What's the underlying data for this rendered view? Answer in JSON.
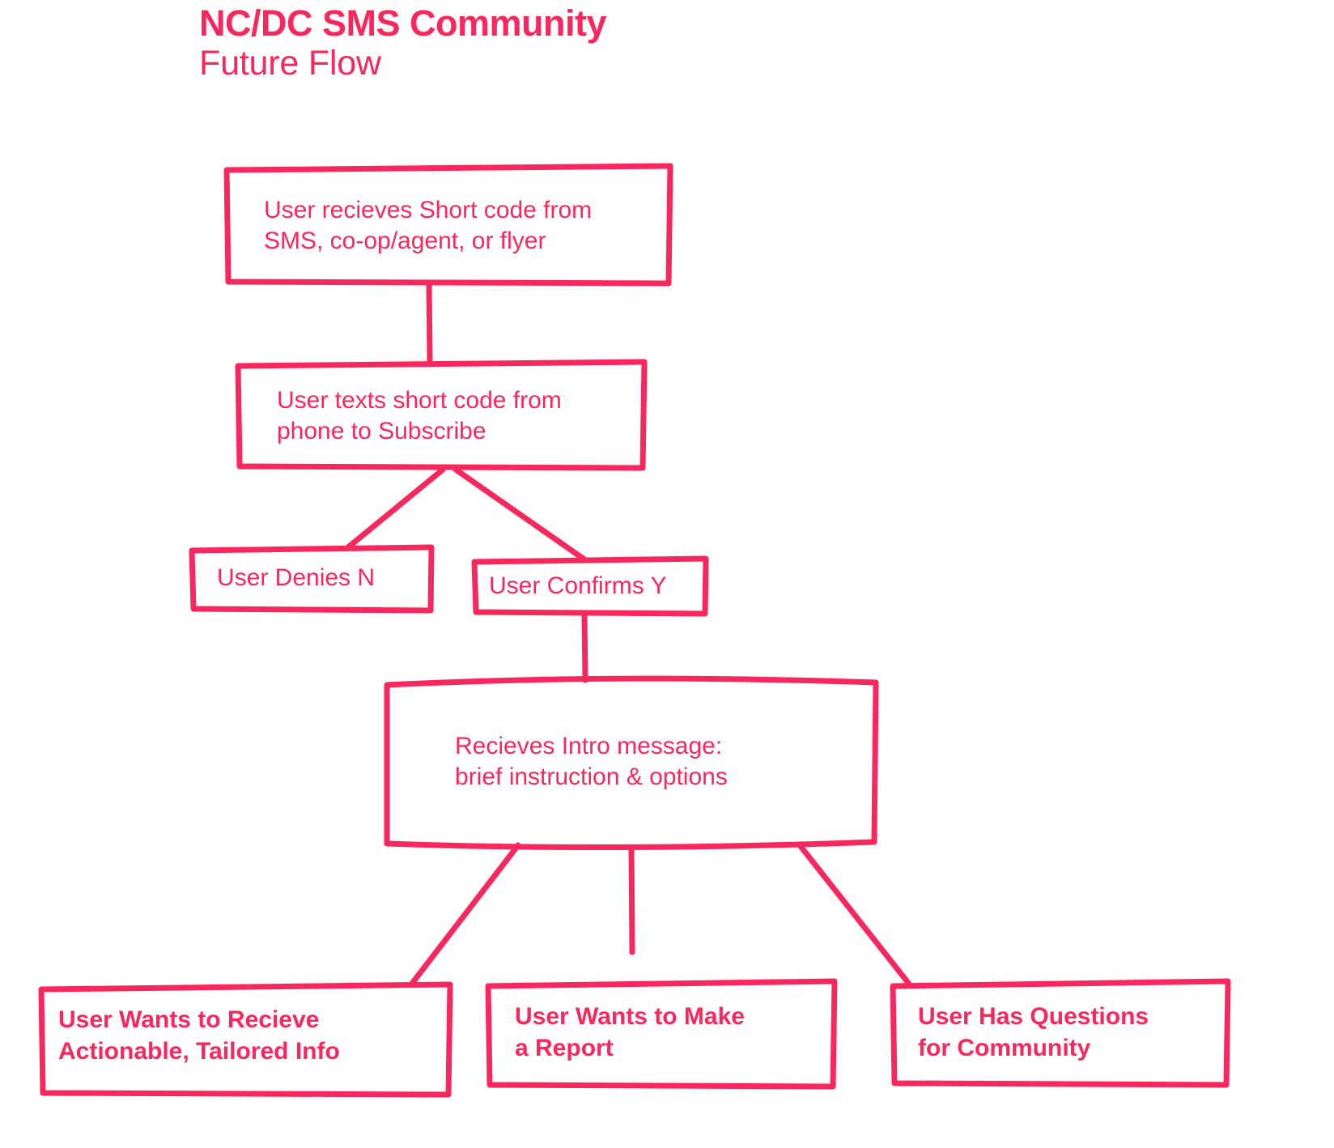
{
  "title": {
    "line1": "NC/DC SMS Community",
    "line2": "Future Flow"
  },
  "theme": {
    "accent": "#F8285E",
    "background": "#FFFFFF"
  },
  "chart_data": {
    "type": "diagram",
    "diagram_kind": "flowchart",
    "title": "NC/DC SMS Community Future Flow",
    "nodes": [
      {
        "id": "receive-shortcode",
        "label": "User recieves Short code from\nSMS, co-op/agent, or flyer",
        "emphasis": "normal"
      },
      {
        "id": "texts-shortcode",
        "label": "User texts short code from\nphone to Subscribe",
        "emphasis": "normal"
      },
      {
        "id": "denies",
        "label": "User Denies N",
        "emphasis": "normal"
      },
      {
        "id": "confirms",
        "label": "User Confirms Y",
        "emphasis": "normal"
      },
      {
        "id": "intro",
        "label": "Recieves Intro message:\nbrief instruction & options",
        "emphasis": "normal"
      },
      {
        "id": "tailored-info",
        "label": "User Wants to Recieve\nActionable, Tailored Info",
        "emphasis": "bold"
      },
      {
        "id": "make-report",
        "label": "User Wants to Make\na Report",
        "emphasis": "bold"
      },
      {
        "id": "has-questions",
        "label": "User Has Questions\nfor Community",
        "emphasis": "bold"
      }
    ],
    "edges": [
      {
        "from": "receive-shortcode",
        "to": "texts-shortcode",
        "style": "straight-vertical"
      },
      {
        "from": "texts-shortcode",
        "to": "denies",
        "style": "diagonal"
      },
      {
        "from": "texts-shortcode",
        "to": "confirms",
        "style": "diagonal"
      },
      {
        "from": "confirms",
        "to": "intro",
        "style": "straight-vertical"
      },
      {
        "from": "intro",
        "to": "tailored-info",
        "style": "diagonal"
      },
      {
        "from": "intro",
        "to": "make-report",
        "style": "straight-vertical"
      },
      {
        "from": "intro",
        "to": "has-questions",
        "style": "diagonal"
      }
    ]
  }
}
